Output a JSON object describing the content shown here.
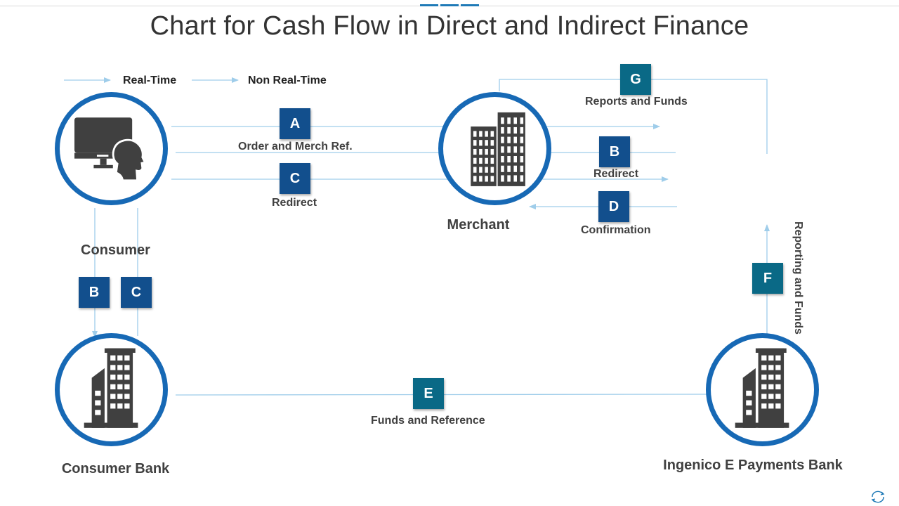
{
  "title": "Chart for Cash Flow in Direct and Indirect Finance",
  "legend": {
    "real_time": "Real-Time",
    "non_real_time": "Non Real-Time"
  },
  "nodes": {
    "consumer": "Consumer",
    "merchant": "Merchant",
    "consumer_bank": "Consumer Bank",
    "payments_bank": "Ingenico  E Payments Bank"
  },
  "flows": {
    "a": {
      "letter": "A",
      "caption": "Order and Merch Ref."
    },
    "c_top": {
      "letter": "C",
      "caption": "Redirect"
    },
    "b_right": {
      "letter": "B",
      "caption": "Redirect"
    },
    "d": {
      "letter": "D",
      "caption": "Confirmation"
    },
    "g": {
      "letter": "G",
      "caption": "Reports and Funds"
    },
    "b_left": {
      "letter": "B"
    },
    "c_left": {
      "letter": "C"
    },
    "e": {
      "letter": "E",
      "caption": "Funds and Reference"
    },
    "f": {
      "letter": "F",
      "caption": "Reporting and Funds"
    }
  },
  "colors": {
    "ring": "#1769b5",
    "badge_blue": "#124f8d",
    "badge_teal": "#0a6986",
    "connector": "#9fcdea",
    "icon": "#404040"
  },
  "icons": [
    "computer-monitor-icon",
    "person-head-icon",
    "office-buildings-icon",
    "bank-building-icon",
    "refresh-icon"
  ]
}
